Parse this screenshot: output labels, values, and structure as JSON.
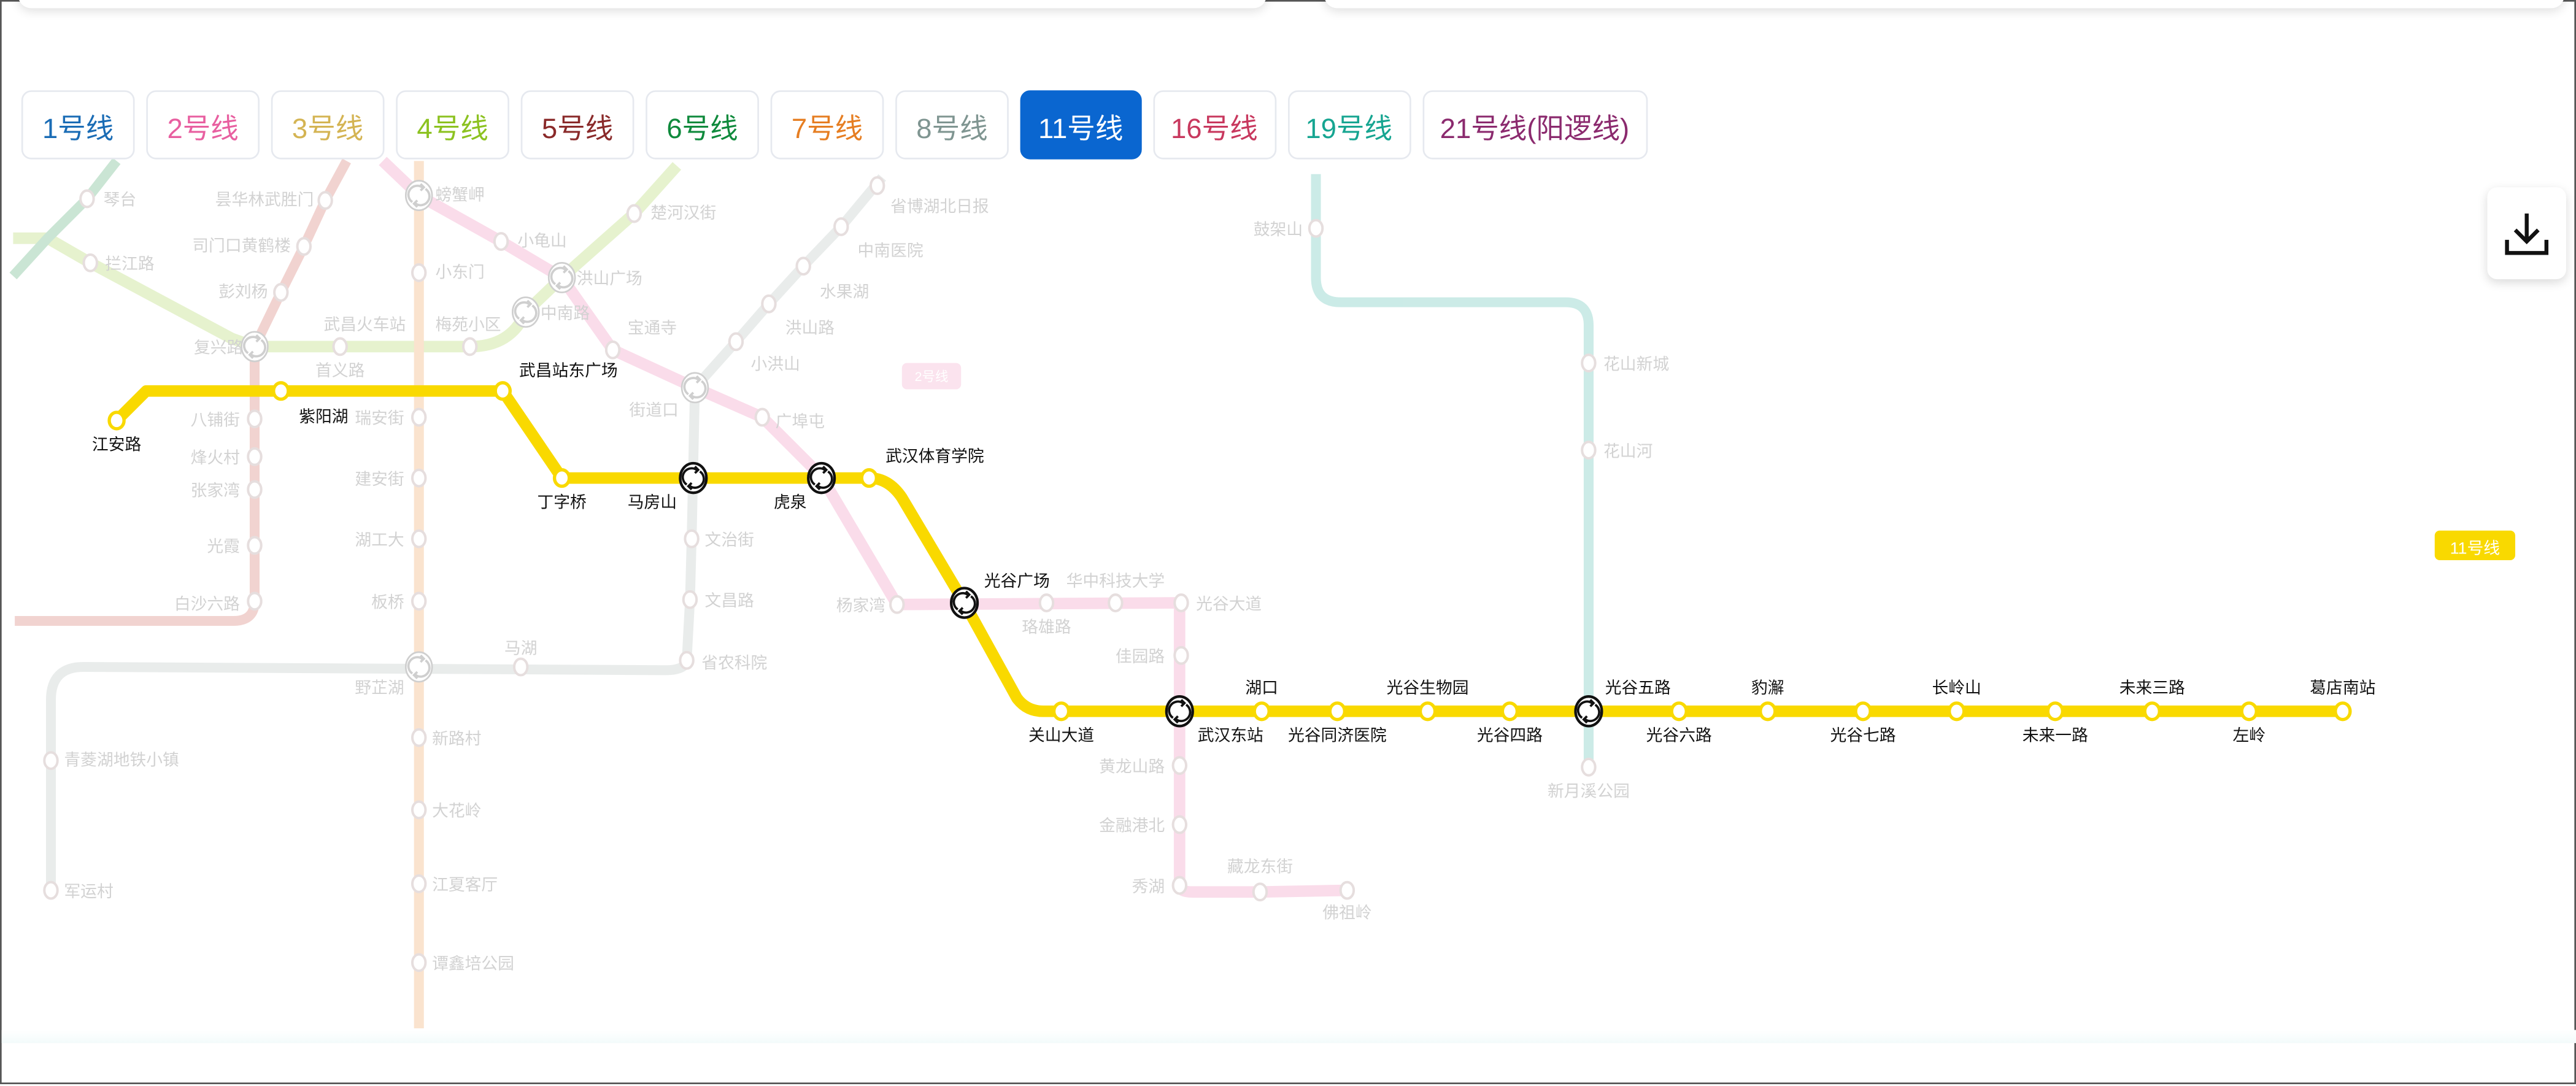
{
  "tabs": [
    {
      "label": "1号线",
      "color": "#1a6cb5"
    },
    {
      "label": "2号线",
      "color": "#e85fa0"
    },
    {
      "label": "3号线",
      "color": "#d4b453"
    },
    {
      "label": "4号线",
      "color": "#8cc220"
    },
    {
      "label": "5号线",
      "color": "#8a2a2a"
    },
    {
      "label": "6号线",
      "color": "#0f8a3c"
    },
    {
      "label": "7号线",
      "color": "#e67e22"
    },
    {
      "label": "8号线",
      "color": "#7f9591"
    },
    {
      "label": "11号线",
      "color": "#ffffff",
      "active": true
    },
    {
      "label": "16号线",
      "color": "#c8385e"
    },
    {
      "label": "19号线",
      "color": "#16a591"
    },
    {
      "label": "21号线(阳逻线)",
      "color": "#8b2a6e"
    }
  ],
  "download_icon": "download-icon",
  "active_line": {
    "name": "11号线",
    "color": "#f9d900",
    "badge": "11号线"
  },
  "faded_badge": "2号线",
  "line11_stations": [
    "江安路",
    "紫阳湖",
    "武昌站东广场",
    "丁字桥",
    "马房山",
    "虎泉",
    "武汉体育学院",
    "光谷广场",
    "关山大道",
    "武汉东站",
    "湖口",
    "光谷同济医院",
    "光谷生物园",
    "光谷四路",
    "光谷五路",
    "光谷六路",
    "豹澥",
    "光谷七路",
    "长岭山",
    "未来一路",
    "未来三路",
    "左岭",
    "葛店南站"
  ],
  "other_stations": [
    "琴台",
    "拦江路",
    "复兴路",
    "首义路",
    "武昌火车站",
    "梅苑小区",
    "昙华林武胜门",
    "司门口黄鹤楼",
    "彭刘杨",
    "螃蟹岬",
    "小东门",
    "小龟山",
    "楚河汉街",
    "洪山广场",
    "中南路",
    "宝通寺",
    "省博湖北日报",
    "中南医院",
    "水果湖",
    "洪山路",
    "小洪山",
    "街道口",
    "广埠屯",
    "八铺街",
    "瑞安街",
    "烽火村",
    "建安街",
    "张家湾",
    "湖工大",
    "光霞",
    "板桥",
    "白沙六路",
    "文治街",
    "文昌路",
    "杨家湾",
    "省农科院",
    "马湖",
    "野芷湖",
    "新路村",
    "大花岭",
    "江夏客厅",
    "谭鑫培公园",
    "珞雄路",
    "华中科技大学",
    "光谷大道",
    "佳园路",
    "黄龙山路",
    "金融港北",
    "秀湖",
    "藏龙东街",
    "佛祖岭",
    "青菱湖地铁小镇",
    "军运村",
    "鼓架山",
    "花山新城",
    "花山河",
    "新月溪公园"
  ]
}
